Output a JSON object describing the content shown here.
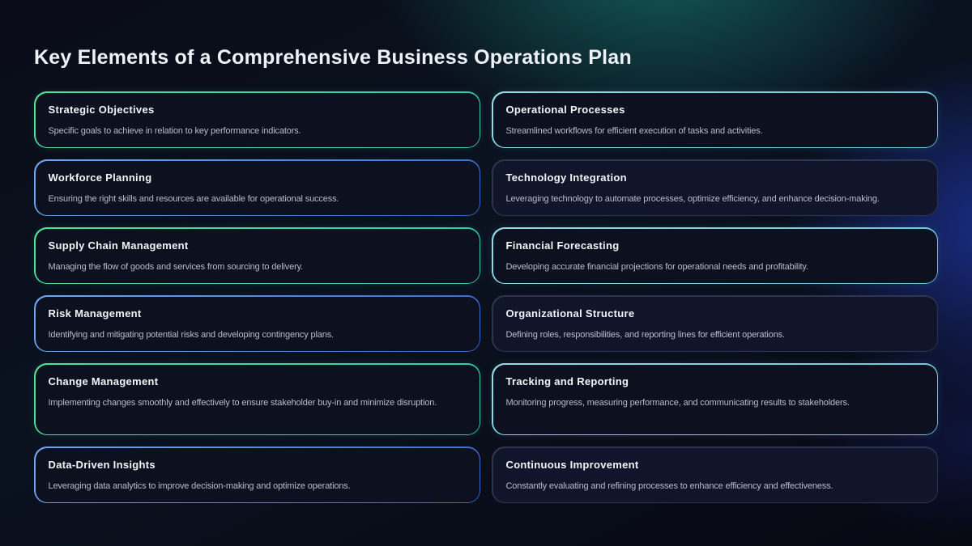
{
  "page": {
    "title": "Key Elements of a Comprehensive Business Operations Plan"
  },
  "colors": {
    "accent_green_1": "#54e193",
    "accent_green_2": "#2fc9b4",
    "accent_blue_1": "#6ea6ec",
    "accent_blue_2": "#3668cf",
    "accent_cyan_1": "#93dde9",
    "accent_cyan_2": "#63c6da",
    "plain_border": "#2e3550",
    "card_bg": "#0c101f",
    "plain_bg": "#10152b",
    "background_base": "#0a0e1c",
    "background_glow_teal": "#156c62",
    "background_glow_blue": "#1c3091"
  },
  "cards": [
    {
      "title": "Strategic Objectives",
      "description": "Specific goals to achieve in relation to key performance indicators.",
      "accent": "green"
    },
    {
      "title": "Operational Processes",
      "description": "Streamlined workflows for efficient execution of tasks and activities.",
      "accent": "cyan"
    },
    {
      "title": "Workforce Planning",
      "description": "Ensuring the right skills and resources are available for operational success.",
      "accent": "blue"
    },
    {
      "title": "Technology Integration",
      "description": "Leveraging technology to automate processes, optimize efficiency, and enhance decision-making.",
      "accent": "plain"
    },
    {
      "title": "Supply Chain Management",
      "description": "Managing the flow of goods and services from sourcing to delivery.",
      "accent": "green"
    },
    {
      "title": "Financial Forecasting",
      "description": "Developing accurate financial projections for operational needs and profitability.",
      "accent": "cyan"
    },
    {
      "title": "Risk Management",
      "description": "Identifying and mitigating potential risks and developing contingency plans.",
      "accent": "blue"
    },
    {
      "title": "Organizational Structure",
      "description": "Defining roles, responsibilities, and reporting lines for efficient operations.",
      "accent": "plain"
    },
    {
      "title": "Change Management",
      "description": "Implementing changes smoothly and effectively to ensure stakeholder buy-in and minimize disruption.",
      "accent": "green"
    },
    {
      "title": "Tracking and Reporting",
      "description": "Monitoring progress, measuring performance, and communicating results to stakeholders.",
      "accent": "cyan"
    },
    {
      "title": "Data-Driven Insights",
      "description": "Leveraging data analytics to improve decision-making and optimize operations.",
      "accent": "blue"
    },
    {
      "title": "Continuous Improvement",
      "description": "Constantly evaluating and refining processes to enhance efficiency and effectiveness.",
      "accent": "plain"
    }
  ]
}
